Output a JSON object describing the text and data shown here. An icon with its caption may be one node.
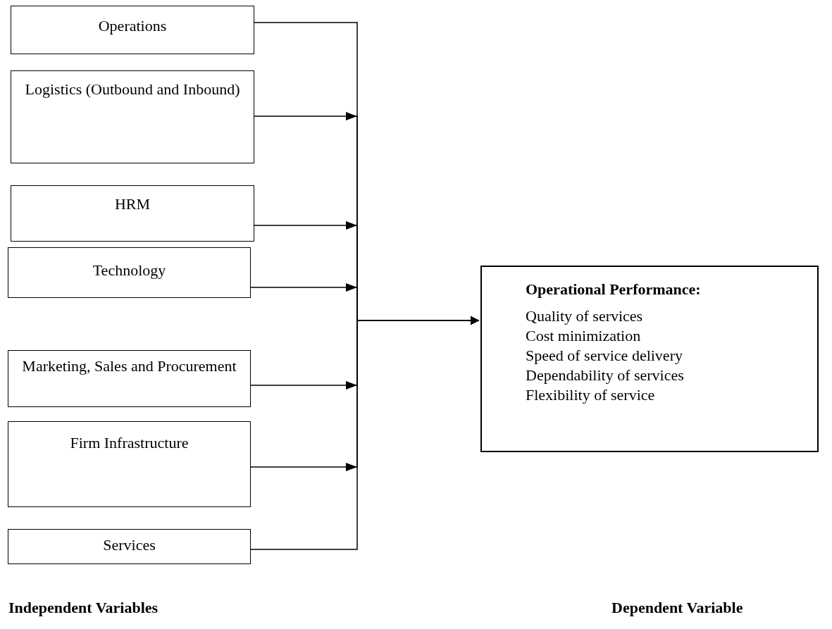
{
  "diagram": {
    "nodes": [
      {
        "text": [
          "Operations"
        ]
      },
      {
        "text": [
          "Logistics (Outbound and Inbound)"
        ]
      },
      {
        "text": [
          "HRM"
        ]
      },
      {
        "text": [
          "Technology"
        ]
      },
      {
        "text": [
          "Marketing, Sales and Procurement"
        ]
      },
      {
        "text": [
          "Firm Infrastructure"
        ]
      },
      {
        "text": [
          "Services"
        ]
      },
      {
        "text": [
          "Operational Performance:",
          "Quality of services",
          "Cost minimization",
          "Speed of service delivery",
          "Dependability of services",
          "Flexibility of service"
        ]
      }
    ],
    "edges": [
      {
        "from": 0,
        "to": 7,
        "arrow": "to"
      },
      {
        "from": 1,
        "to": 7,
        "arrow": "to"
      },
      {
        "from": 2,
        "to": 7,
        "arrow": "to"
      },
      {
        "from": 3,
        "to": 7,
        "arrow": "to"
      },
      {
        "from": 4,
        "to": 7,
        "arrow": "to"
      },
      {
        "from": 5,
        "to": 7,
        "arrow": "to"
      },
      {
        "from": 6,
        "to": 7,
        "arrow": "to"
      }
    ],
    "labels": [
      "Independent Variables",
      "Dependent Variable"
    ]
  }
}
